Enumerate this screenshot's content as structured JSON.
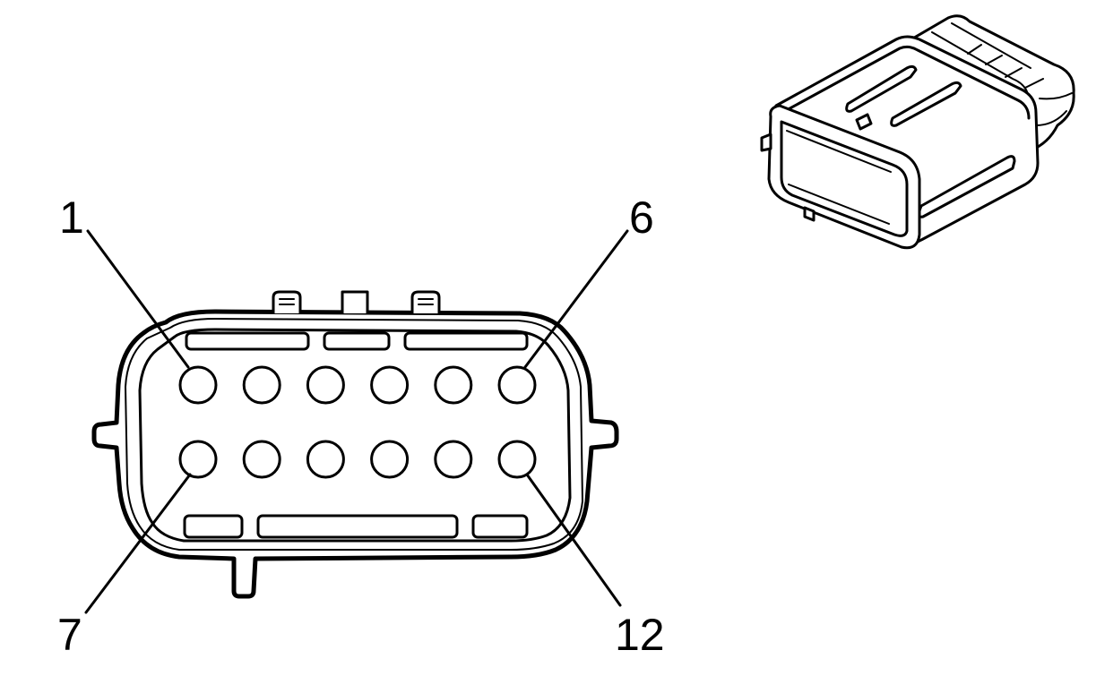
{
  "diagram": {
    "pin_callouts": {
      "top_left": "1",
      "top_right": "6",
      "bottom_left": "7",
      "bottom_right": "12"
    },
    "cavity_rows": 2,
    "cavities_per_row": 6
  }
}
